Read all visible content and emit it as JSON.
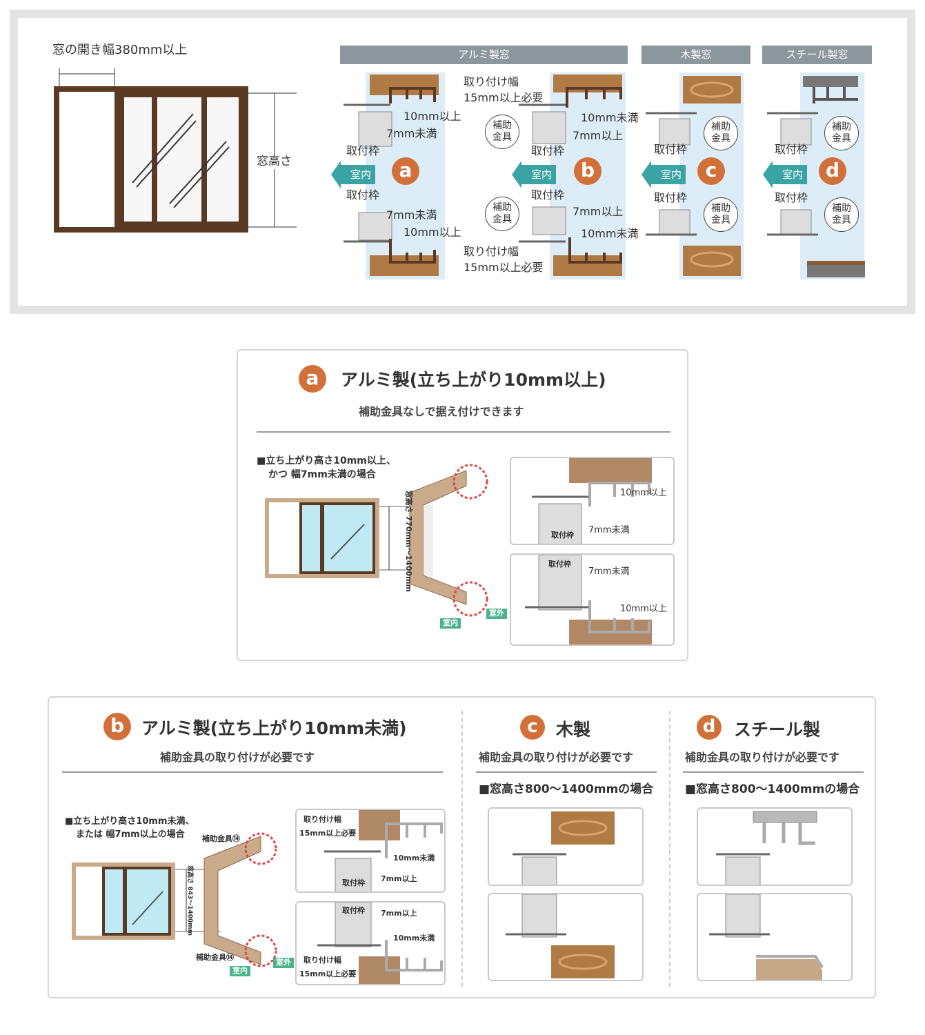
{
  "top": {
    "opening_width": "窓の開き幅380mm以上",
    "window_height": "窓高さ",
    "headers": [
      "アルミ製窓",
      "木製窓",
      "スチール製窓"
    ],
    "indoor": "室内",
    "mount_frame": "取付枠",
    "aux_bracket": [
      "補助",
      "金具"
    ],
    "badges": [
      "a",
      "b",
      "c",
      "d"
    ],
    "a": {
      "top_h": "10mm以上",
      "top_w": "7mm未満",
      "bot_w": "7mm未満",
      "bot_h": "10mm以上"
    },
    "b": {
      "width1": "取り付け幅",
      "width2": "15mm以上必要",
      "top_h": "10mm未満",
      "top_w": "7mm以上",
      "bot_w": "7mm以上",
      "bot_h": "10mm未満"
    }
  },
  "card_a": {
    "badge": "a",
    "title": "アルミ製(立ち上がり10mm以上)",
    "subtitle": "補助金具なしで据え付けできます",
    "cond1": "■立ち上がり高さ10mm以上、",
    "cond2": "かつ 幅7mm未満の場合",
    "height_range": "窓高さ 770mm～1400mm",
    "upper": {
      "h": "10mm以上",
      "w": "7mm未満",
      "frame": "取付枠"
    },
    "lower": {
      "frame": "取付枠",
      "w": "7mm未満",
      "h": "10mm以上"
    },
    "indoor": "室内",
    "outdoor": "室外"
  },
  "card_b": {
    "badge": "b",
    "title": "アルミ製(立ち上がり10mm未満)",
    "subtitle": "補助金具の取り付けが必要です",
    "cond1": "■立ち上がり高さ10mm未満、",
    "cond2": "または 幅7mm以上の場合",
    "bracket": "補助金具⑭",
    "height_range": "窓高さ 843～1400mm",
    "upper": {
      "width1": "取り付け幅",
      "width2": "15mm以上必要",
      "h": "10mm未満",
      "w": "7mm以上",
      "frame": "取付枠"
    },
    "lower": {
      "frame": "取付枠",
      "w": "7mm以上",
      "h": "10mm未満",
      "width1": "取り付け幅",
      "width2": "15mm以上必要"
    },
    "indoor": "室内",
    "outdoor": "室外"
  },
  "card_c": {
    "badge": "c",
    "title": "木製",
    "subtitle": "補助金具の取り付けが必要です",
    "cond": "■窓高さ800～1400mmの場合"
  },
  "card_d": {
    "badge": "d",
    "title": "スチール製",
    "subtitle": "補助金具の取り付けが必要です",
    "cond": "■窓高さ800～1400mmの場合"
  },
  "colors": {
    "accent": "#d2703a",
    "header": "#8b969d",
    "indoor": "#3aa3a3",
    "frame": "#5a3a22",
    "strip": "#dcedf7"
  }
}
